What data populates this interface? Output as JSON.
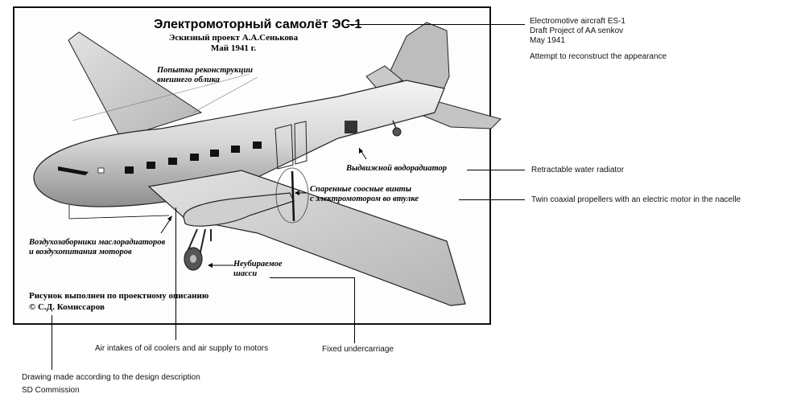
{
  "drawing": {
    "title": "Электромоторный самолёт ЭС-1",
    "subtitle_line1": "Эскизный проект А.А.Сенькова",
    "subtitle_line2": "Май 1941 г.",
    "reconstruction_line1": "Попытка реконструкции",
    "reconstruction_line2": "внешнего облика",
    "radiator": "Выдвижной водорадиатор",
    "propellers_line1": "Спаренные соосные винты",
    "propellers_line2": "с электромотором во втулке",
    "intakes_line1": "Воздухозаборники маслорадиаторов",
    "intakes_line2": "и воздухопитания моторов",
    "gear_line1": "Неубираемое",
    "gear_line2": "шасси",
    "credit_line1": "Рисунок выполнен по проектному описанию",
    "credit_line2": "© С.Д. Комиссаров"
  },
  "annotations": {
    "aircraft": "Electromotive aircraft ES-1",
    "draft": "Draft Project of AA senkov",
    "date": "May 1941",
    "reconstruct": "Attempt to reconstruct the appearance",
    "radiator": "Retractable water radiator",
    "propellers": "Twin coaxial propellers with an electric motor in the nacelle",
    "intakes": "Air intakes of oil coolers and  air supply to motors",
    "undercarriage": "Fixed undercarriage",
    "drawing_made": "Drawing made according to the design description",
    "commission": "SD Commission"
  },
  "colors": {
    "ink": "#000000",
    "fuselage": "#d9d9d9",
    "shadow": "#8c8c8c"
  }
}
